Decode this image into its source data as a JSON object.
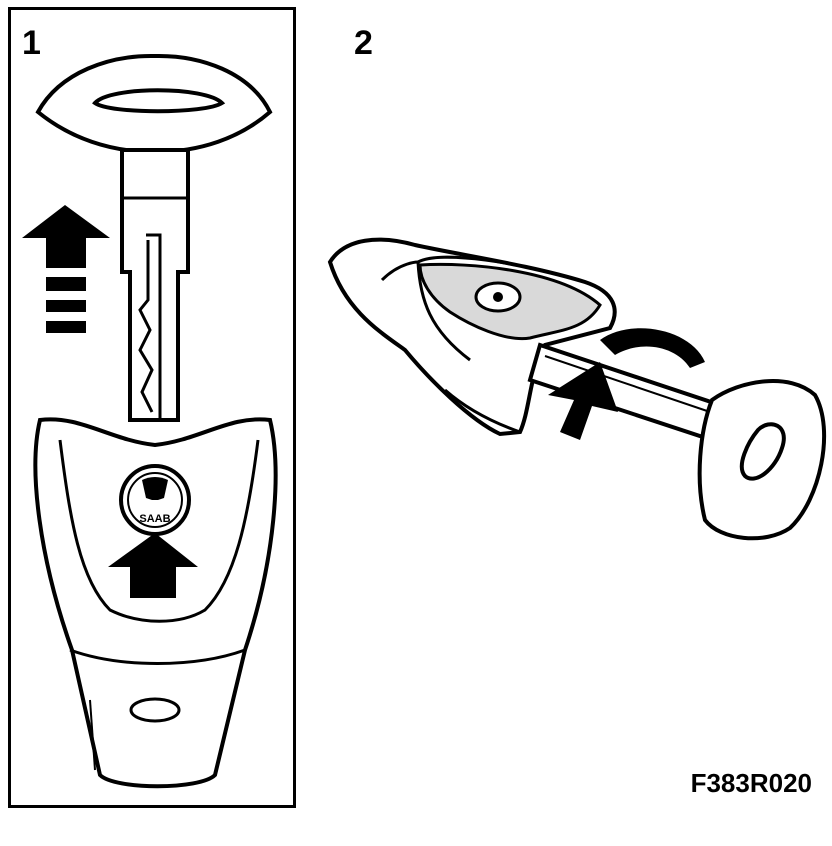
{
  "steps": [
    {
      "label": "1"
    },
    {
      "label": "2"
    }
  ],
  "logo": {
    "brand": "SAAB"
  },
  "figure_code": "F383R020",
  "colors": {
    "ink": "#000000",
    "paper": "#ffffff",
    "shade": "#d9d9d9",
    "arrow": "#000000"
  }
}
